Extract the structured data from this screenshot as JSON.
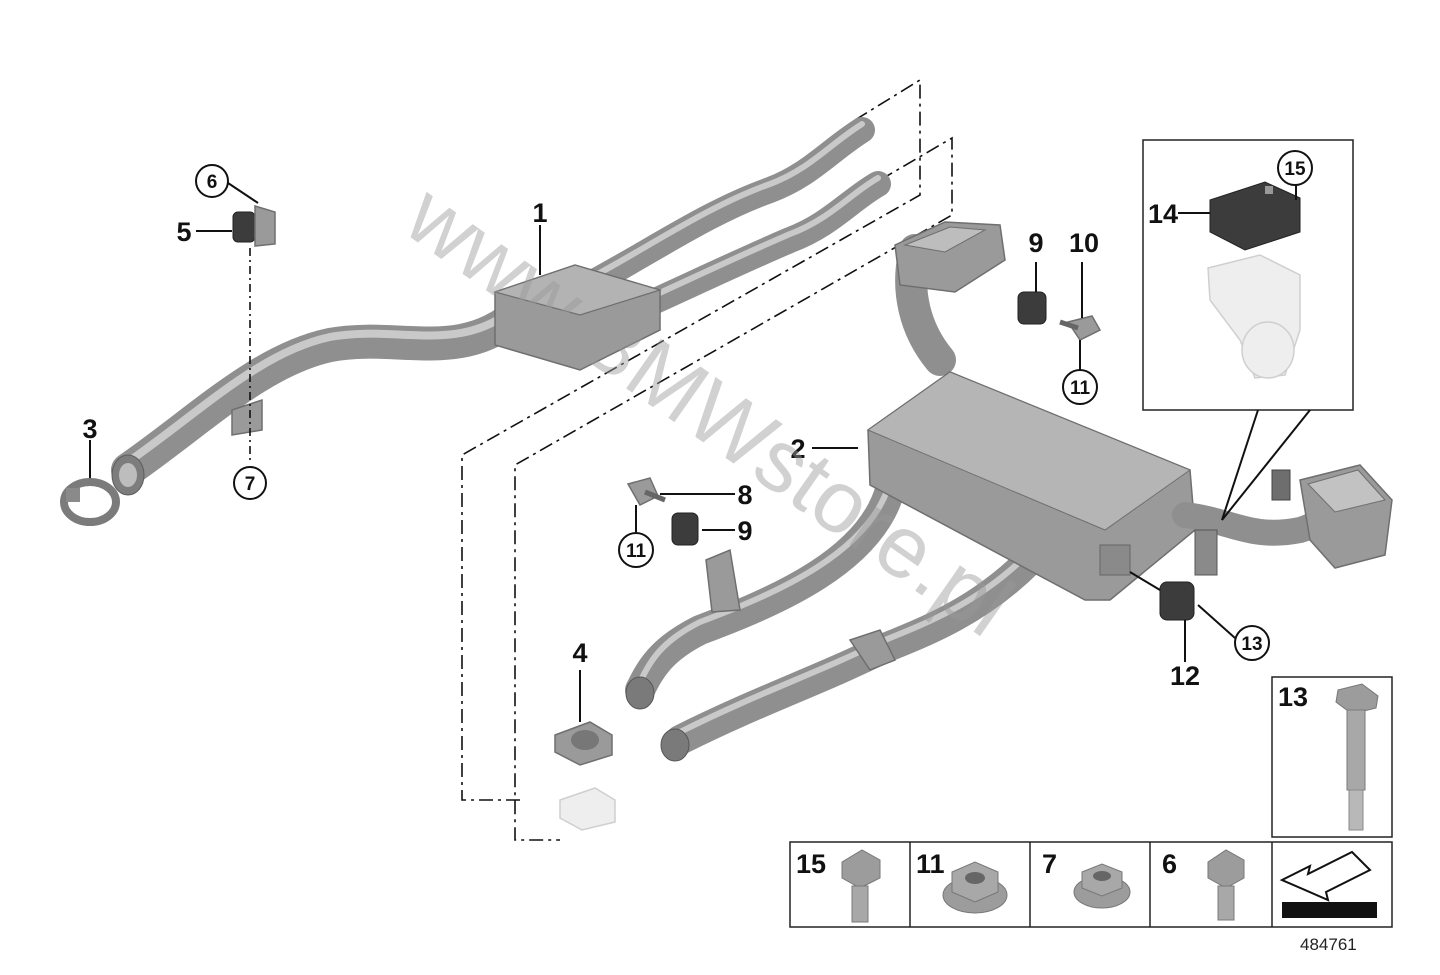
{
  "watermark": "www.BMWstore.pl",
  "diagram_number": "484761",
  "callouts": {
    "c1": "1",
    "c2": "2",
    "c3": "3",
    "c4": "4",
    "c5": "5",
    "c6": "6",
    "c7": "7",
    "c8": "8",
    "c9a": "9",
    "c9b": "9",
    "c10": "10",
    "c11a": "11",
    "c11b": "11",
    "c12": "12",
    "c13": "13",
    "c14": "14",
    "c15": "15"
  },
  "fastener_table": {
    "cells": [
      {
        "label": "15",
        "icon": "hex-flange-bolt-icon"
      },
      {
        "label": "11",
        "icon": "flange-nut-icon"
      },
      {
        "label": "7",
        "icon": "flange-nut-icon"
      },
      {
        "label": "6",
        "icon": "hex-bolt-icon"
      }
    ],
    "tall_cell": {
      "label": "13",
      "icon": "long-hex-bolt-icon"
    },
    "arrow_icon": "direction-arrow-icon"
  },
  "colors": {
    "part": "#9a9a9a",
    "line": "#111111",
    "ghost": "#eeeeee"
  }
}
